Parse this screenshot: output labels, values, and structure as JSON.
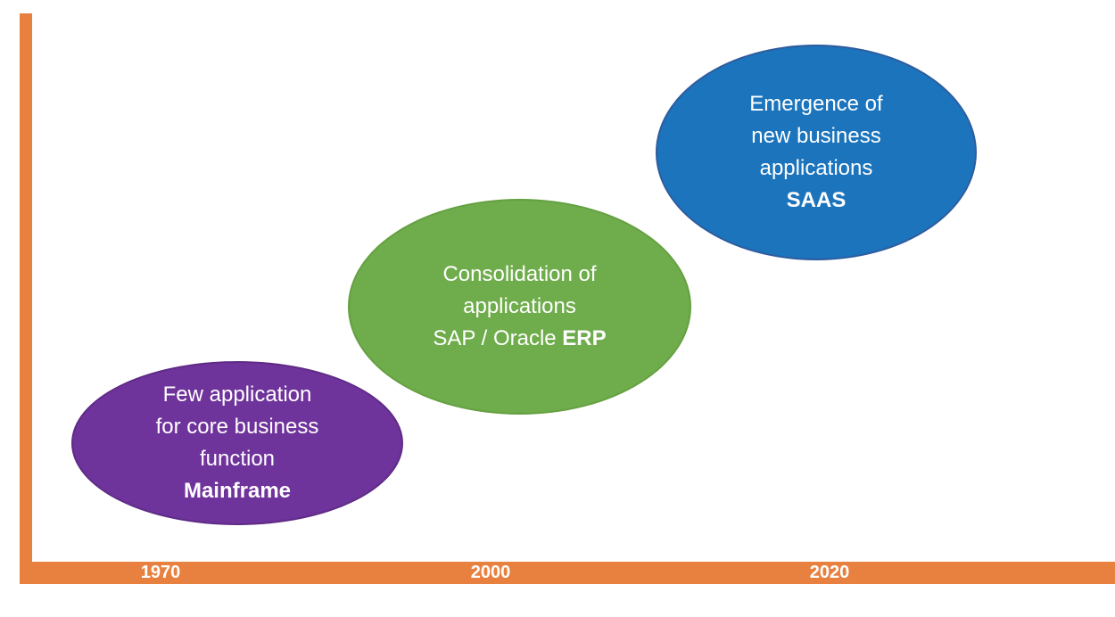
{
  "background_color": "#FFFFFF",
  "timeline": {
    "axis_color": "#E8813F",
    "label_color": "#FFFFFF",
    "years": [
      "1970",
      "2000",
      "2020"
    ]
  },
  "stages": [
    {
      "name": "mainframe",
      "lines": [
        "Few application",
        "for core business",
        "function"
      ],
      "keyword": "Mainframe",
      "fill": "#6F339C",
      "border_color": "#5E2B85",
      "text_color": "#FFFFFF"
    },
    {
      "name": "erp",
      "lines": [
        "Consolidation of",
        "applications"
      ],
      "keyword_prefix": "SAP / Oracle ",
      "keyword": "ERP",
      "fill": "#6FAC4B",
      "border_color": "#64A041",
      "text_color": "#FFFFFF"
    },
    {
      "name": "saas",
      "lines": [
        "Emergence of",
        "new business",
        "applications"
      ],
      "keyword": "SAAS",
      "fill": "#1B74BC",
      "border_color": "#2E5C9E",
      "text_color": "#FFFFFF"
    }
  ]
}
